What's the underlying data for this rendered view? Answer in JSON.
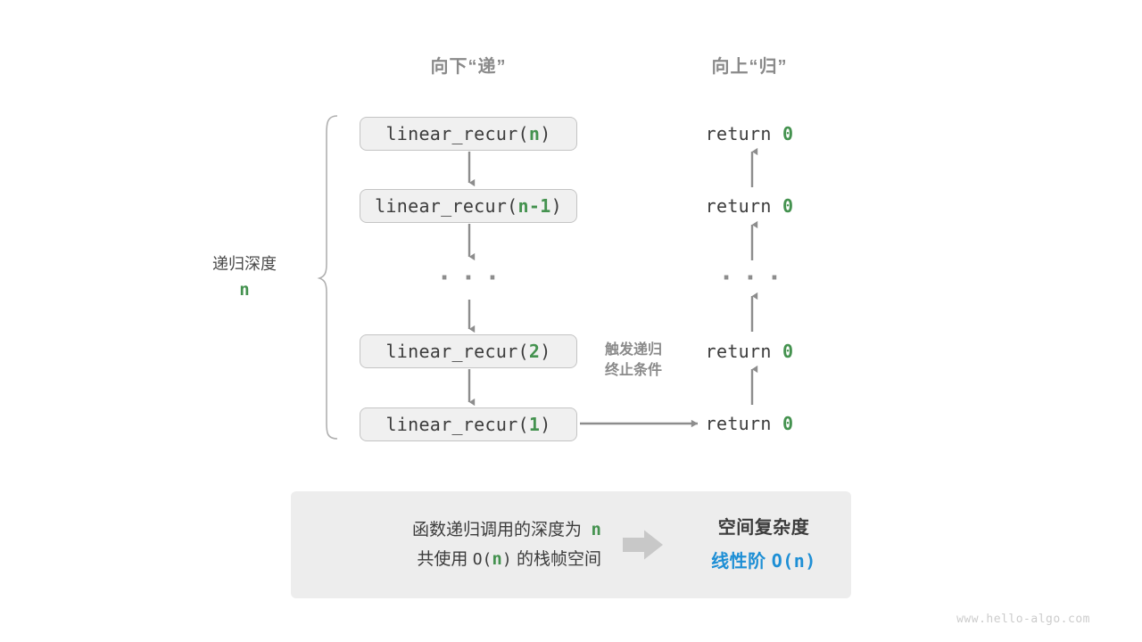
{
  "headings": {
    "down": "向下“递”",
    "up": "向上“归”"
  },
  "call_stack": [
    {
      "prefix": "linear_recur(",
      "arg": "n",
      "suffix": ")"
    },
    {
      "prefix": "linear_recur(",
      "arg": "n-1",
      "suffix": ")"
    },
    {
      "prefix": "linear_recur(",
      "arg": "2",
      "suffix": ")"
    },
    {
      "prefix": "linear_recur(",
      "arg": "1",
      "suffix": ")"
    }
  ],
  "returns": [
    {
      "keyword": "return",
      "value": "0"
    },
    {
      "keyword": "return",
      "value": "0"
    },
    {
      "keyword": "return",
      "value": "0"
    },
    {
      "keyword": "return",
      "value": "0"
    }
  ],
  "ellipsis": "· · ·",
  "depth": {
    "label": "递归深度",
    "value": "n"
  },
  "trigger_note": {
    "line1": "触发递归",
    "line2": "终止条件"
  },
  "summary": {
    "left_line1_pre": "函数递归调用的深度为",
    "left_line1_n": "n",
    "left_line2_pre": "共使用",
    "left_line2_o": "O(",
    "left_line2_n": "n",
    "left_line2_o_close": ")",
    "left_line2_post": "的栈帧空间",
    "arrow_icon": "right-block-arrow-icon",
    "right_title": "空间复杂度",
    "right_value_label": "线性阶",
    "right_value_formula": "O(n)"
  },
  "watermark": "www.hello-algo.com",
  "colors": {
    "accent_green": "#44924f",
    "accent_blue": "#1e8fd5",
    "box_fill": "#f0f0f0",
    "box_border": "#c4c4c4",
    "panel_fill": "#ededed",
    "connector": "#8d8d8d",
    "heading_gray": "#8a8a8a",
    "text_dark": "#3c3c3c",
    "watermark_gray": "#cccccc"
  }
}
